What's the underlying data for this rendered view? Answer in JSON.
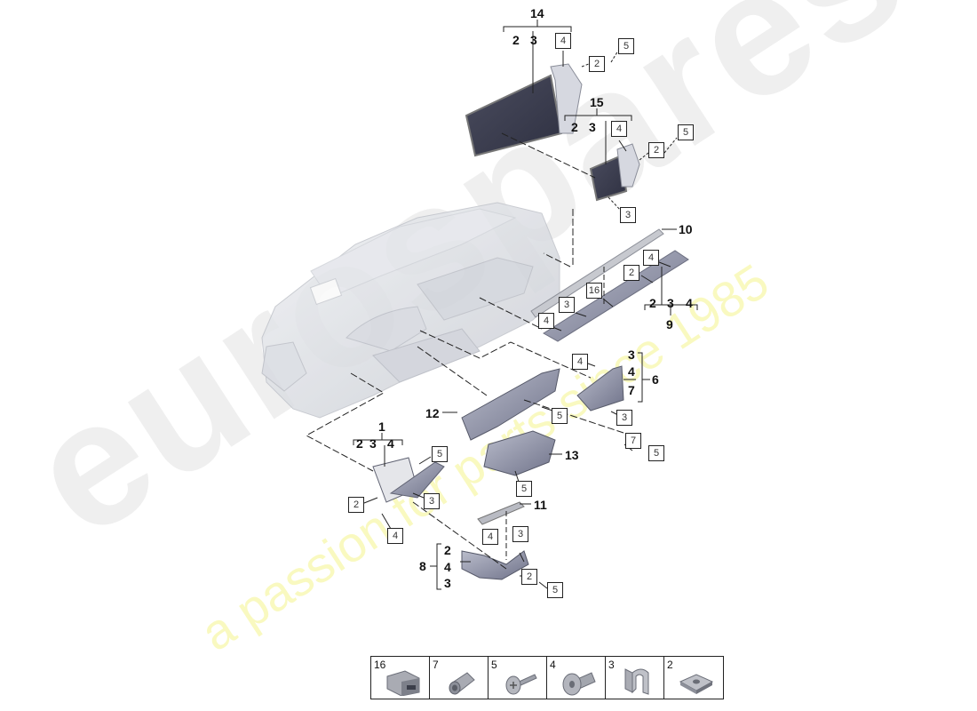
{
  "watermark": {
    "brand": "eurospares",
    "tagline": "a passion for parts since 1985"
  },
  "assemblies": [
    {
      "id": "14",
      "sub_items": [
        "2",
        "3",
        "4"
      ],
      "boxed_refs": [
        "4",
        "2",
        "5"
      ]
    },
    {
      "id": "15",
      "sub_items": [
        "2",
        "3",
        "4"
      ],
      "boxed_refs": [
        "4",
        "2",
        "5",
        "3"
      ]
    },
    {
      "id": "10"
    },
    {
      "id": "9",
      "sub_items": [
        "2",
        "3",
        "4"
      ],
      "boxed_refs": [
        "4",
        "2",
        "16",
        "3",
        "4"
      ]
    },
    {
      "id": "6",
      "sub_items": [
        "3",
        "4",
        "7"
      ],
      "boxed_refs": [
        "4",
        "3",
        "7",
        "5"
      ]
    },
    {
      "id": "12",
      "boxed_refs": [
        "5"
      ]
    },
    {
      "id": "13",
      "boxed_refs": [
        "5"
      ]
    },
    {
      "id": "1",
      "sub_items": [
        "2",
        "3",
        "4"
      ],
      "boxed_refs": [
        "5",
        "2",
        "3",
        "4"
      ]
    },
    {
      "id": "11"
    },
    {
      "id": "8",
      "sub_items": [
        "2",
        "4",
        "3"
      ],
      "boxed_refs": [
        "4",
        "3",
        "2",
        "5"
      ]
    }
  ],
  "labels": {
    "a14": "14",
    "a14_s2": "2",
    "a14_s3": "3",
    "a14_b4": "4",
    "a14_b2": "2",
    "a14_b5": "5",
    "a15": "15",
    "a15_s2": "2",
    "a15_s3": "3",
    "a15_b4": "4",
    "a15_b2": "2",
    "a15_b5": "5",
    "a15_b3": "3",
    "a10": "10",
    "a9": "9",
    "a9_s2": "2",
    "a9_s3": "3",
    "a9_s4": "4",
    "a9_b4a": "4",
    "a9_b2": "2",
    "a9_b16": "16",
    "a9_b3": "3",
    "a9_b4b": "4",
    "a6": "6",
    "a6_s3": "3",
    "a6_s4": "4",
    "a6_s7": "7",
    "a6_b4": "4",
    "a6_b3": "3",
    "a6_b7": "7",
    "a6_b5": "5",
    "a12": "12",
    "a12_b5": "5",
    "a13": "13",
    "a13_b5": "5",
    "a1": "1",
    "a1_s2": "2",
    "a1_s3": "3",
    "a1_s4": "4",
    "a1_b5": "5",
    "a1_b2": "2",
    "a1_b3": "3",
    "a1_b4": "4",
    "a11": "11",
    "a8": "8",
    "a8_s2": "2",
    "a8_s4": "4",
    "a8_s3": "3",
    "a8_b4": "4",
    "a8_b3": "3",
    "a8_b2": "2",
    "a8_b5": "5"
  },
  "legend": [
    {
      "num": "16",
      "icon": "clip-nut-icon"
    },
    {
      "num": "7",
      "icon": "spacer-sleeve-icon"
    },
    {
      "num": "5",
      "icon": "screw-icon"
    },
    {
      "num": "4",
      "icon": "expanding-rivet-icon"
    },
    {
      "num": "3",
      "icon": "spring-clip-icon"
    },
    {
      "num": "2",
      "icon": "speed-nut-icon"
    }
  ]
}
